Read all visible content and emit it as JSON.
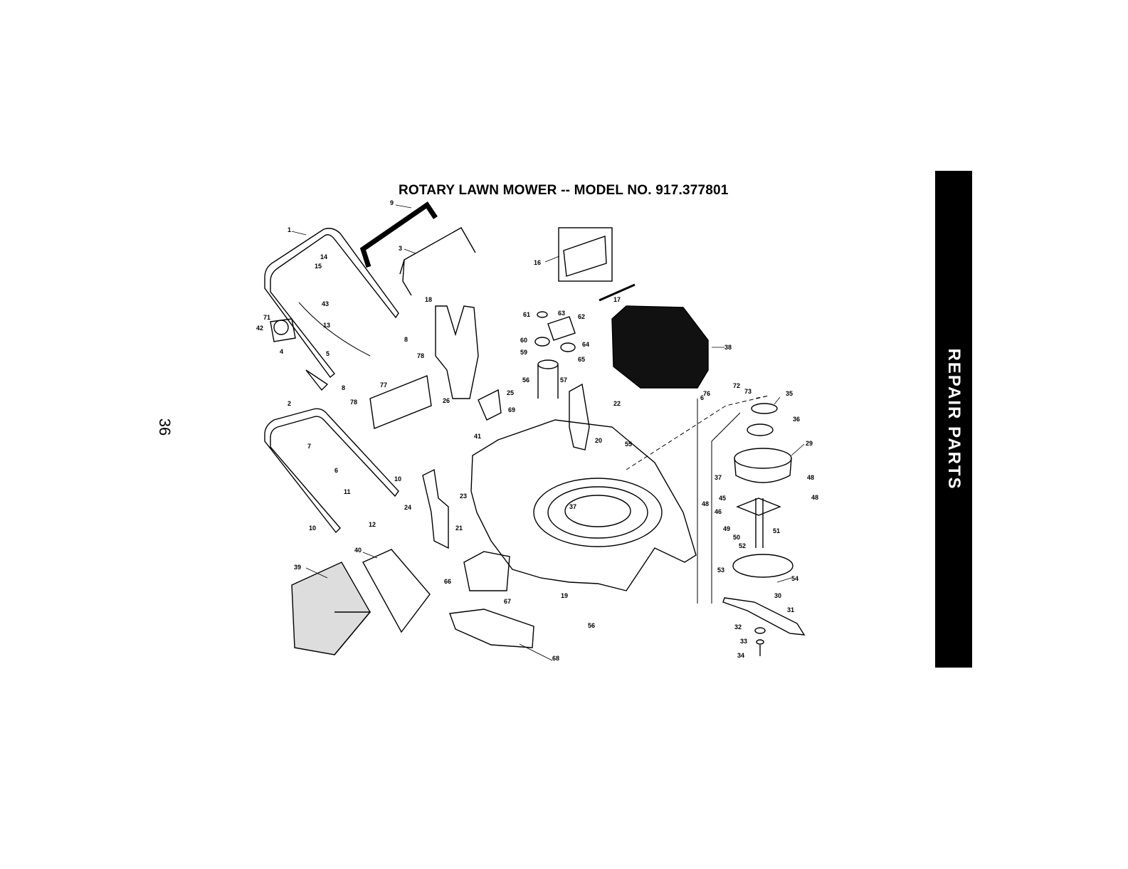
{
  "title": "ROTARY LAWN MOWER -- MODEL NO. 917.377801",
  "page_number": "36",
  "section_tab": "REPAIR PARTS",
  "callouts": [
    {
      "id": "c1",
      "label": "1"
    },
    {
      "id": "c2",
      "label": "2"
    },
    {
      "id": "c3",
      "label": "3"
    },
    {
      "id": "c4",
      "label": "4"
    },
    {
      "id": "c5",
      "label": "5"
    },
    {
      "id": "c6a",
      "label": "6"
    },
    {
      "id": "c6b",
      "label": "6"
    },
    {
      "id": "c7",
      "label": "7"
    },
    {
      "id": "c8a",
      "label": "8"
    },
    {
      "id": "c8b",
      "label": "8"
    },
    {
      "id": "c9",
      "label": "9"
    },
    {
      "id": "c10a",
      "label": "10"
    },
    {
      "id": "c10b",
      "label": "10"
    },
    {
      "id": "c11",
      "label": "11"
    },
    {
      "id": "c12",
      "label": "12"
    },
    {
      "id": "c13",
      "label": "13"
    },
    {
      "id": "c14",
      "label": "14"
    },
    {
      "id": "c15",
      "label": "15"
    },
    {
      "id": "c16",
      "label": "16"
    },
    {
      "id": "c17",
      "label": "17"
    },
    {
      "id": "c18",
      "label": "18"
    },
    {
      "id": "c19",
      "label": "19"
    },
    {
      "id": "c20",
      "label": "20"
    },
    {
      "id": "c21",
      "label": "21"
    },
    {
      "id": "c22",
      "label": "22"
    },
    {
      "id": "c23",
      "label": "23"
    },
    {
      "id": "c24",
      "label": "24"
    },
    {
      "id": "c25",
      "label": "25"
    },
    {
      "id": "c26",
      "label": "26"
    },
    {
      "id": "c29",
      "label": "29"
    },
    {
      "id": "c30",
      "label": "30"
    },
    {
      "id": "c31",
      "label": "31"
    },
    {
      "id": "c32",
      "label": "32"
    },
    {
      "id": "c33",
      "label": "33"
    },
    {
      "id": "c34",
      "label": "34"
    },
    {
      "id": "c35",
      "label": "35"
    },
    {
      "id": "c36",
      "label": "36"
    },
    {
      "id": "c37a",
      "label": "37"
    },
    {
      "id": "c37b",
      "label": "37"
    },
    {
      "id": "c38",
      "label": "38"
    },
    {
      "id": "c39",
      "label": "39"
    },
    {
      "id": "c40",
      "label": "40"
    },
    {
      "id": "c41",
      "label": "41"
    },
    {
      "id": "c42",
      "label": "42"
    },
    {
      "id": "c43",
      "label": "43"
    },
    {
      "id": "c45",
      "label": "45"
    },
    {
      "id": "c46",
      "label": "46"
    },
    {
      "id": "c48a",
      "label": "48"
    },
    {
      "id": "c48b",
      "label": "48"
    },
    {
      "id": "c48c",
      "label": "48"
    },
    {
      "id": "c49",
      "label": "49"
    },
    {
      "id": "c50",
      "label": "50"
    },
    {
      "id": "c51",
      "label": "51"
    },
    {
      "id": "c52",
      "label": "52"
    },
    {
      "id": "c53",
      "label": "53"
    },
    {
      "id": "c54",
      "label": "54"
    },
    {
      "id": "c55",
      "label": "55"
    },
    {
      "id": "c56a",
      "label": "56"
    },
    {
      "id": "c56b",
      "label": "56"
    },
    {
      "id": "c57",
      "label": "57"
    },
    {
      "id": "c59",
      "label": "59"
    },
    {
      "id": "c60",
      "label": "60"
    },
    {
      "id": "c61",
      "label": "61"
    },
    {
      "id": "c62",
      "label": "62"
    },
    {
      "id": "c63",
      "label": "63"
    },
    {
      "id": "c64",
      "label": "64"
    },
    {
      "id": "c65",
      "label": "65"
    },
    {
      "id": "c66",
      "label": "66"
    },
    {
      "id": "c67",
      "label": "67"
    },
    {
      "id": "c68",
      "label": "68"
    },
    {
      "id": "c69",
      "label": "69"
    },
    {
      "id": "c71",
      "label": "71"
    },
    {
      "id": "c72",
      "label": "72"
    },
    {
      "id": "c73",
      "label": "73"
    },
    {
      "id": "c76",
      "label": "76"
    },
    {
      "id": "c77",
      "label": "77"
    },
    {
      "id": "c78a",
      "label": "78"
    },
    {
      "id": "c78b",
      "label": "78"
    }
  ]
}
